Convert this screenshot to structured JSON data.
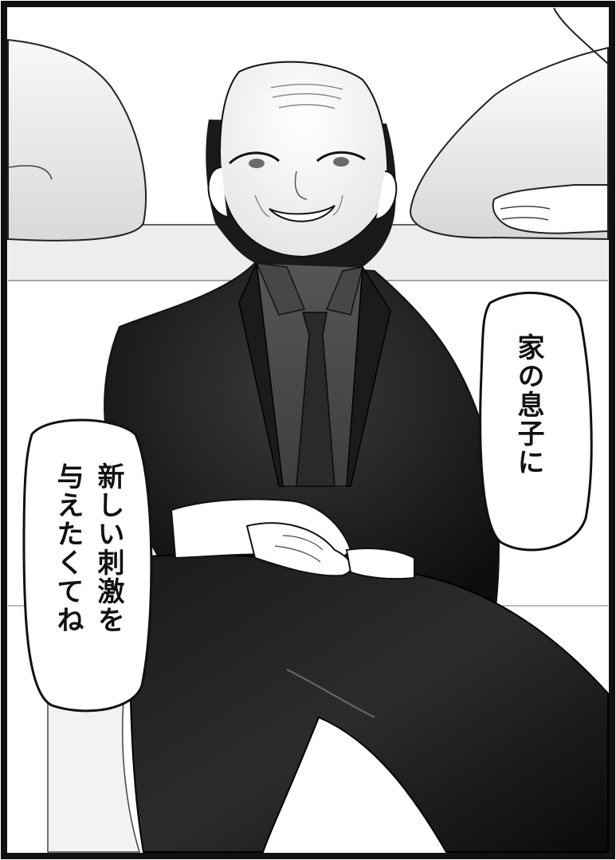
{
  "panel": {
    "description_free": true
  },
  "bubbles": {
    "right": {
      "text": "家の息子に"
    },
    "left": {
      "lines": [
        "新しい刺激を",
        "与えたくてね"
      ]
    }
  }
}
